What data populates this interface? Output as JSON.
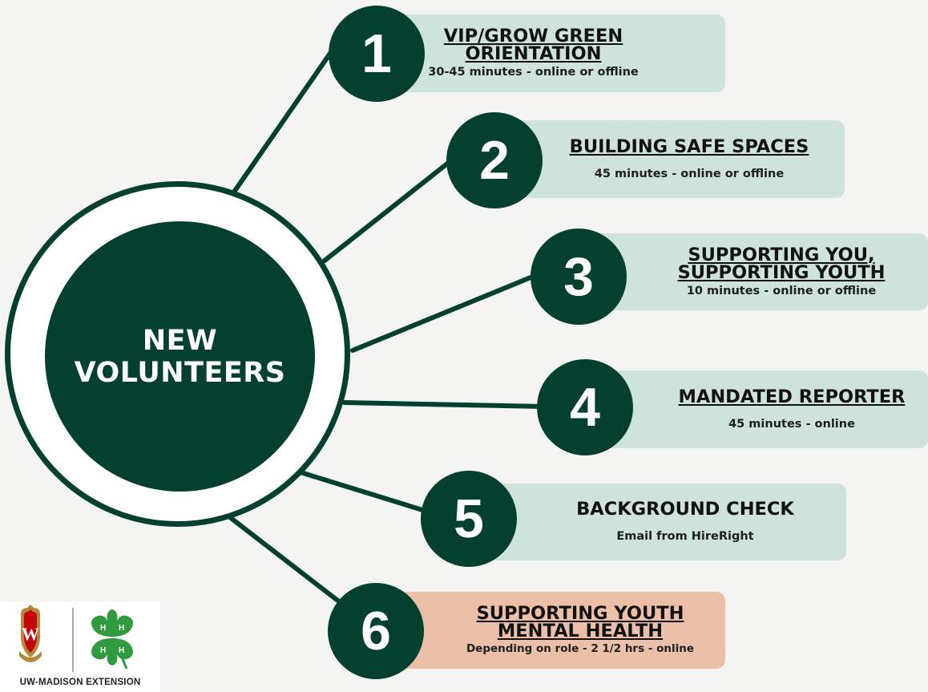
{
  "hub": {
    "title": "NEW\nVOLUNTEERS"
  },
  "steps": [
    {
      "number": "1",
      "title": "VIP/GROW GREEN\nORIENTATION",
      "subtitle": "30-45 minutes - online or offline"
    },
    {
      "number": "2",
      "title": "BUILDING SAFE SPACES",
      "subtitle": "45 minutes - online or offline"
    },
    {
      "number": "3",
      "title": "SUPPORTING YOU,\nSUPPORTING YOUTH",
      "subtitle": "10 minutes - online or offline"
    },
    {
      "number": "4",
      "title": "MANDATED REPORTER",
      "subtitle": "45 minutes - online"
    },
    {
      "number": "5",
      "title": "BACKGROUND CHECK",
      "subtitle": "Email from HireRight"
    },
    {
      "number": "6",
      "title": "SUPPORTING YOUTH\nMENTAL HEALTH",
      "subtitle": "Depending on role - 2 1/2 hrs - online"
    }
  ],
  "logo": {
    "caption": "UW-MADISON EXTENSION",
    "crest_letter": "W"
  },
  "colors": {
    "dark_green": "#04402f",
    "card_green": "#cde3dc",
    "card_peach": "#ebbfa8",
    "background": "#f4f4f3",
    "uw_red": "#c5050c",
    "clover_green": "#2f9a3e"
  }
}
